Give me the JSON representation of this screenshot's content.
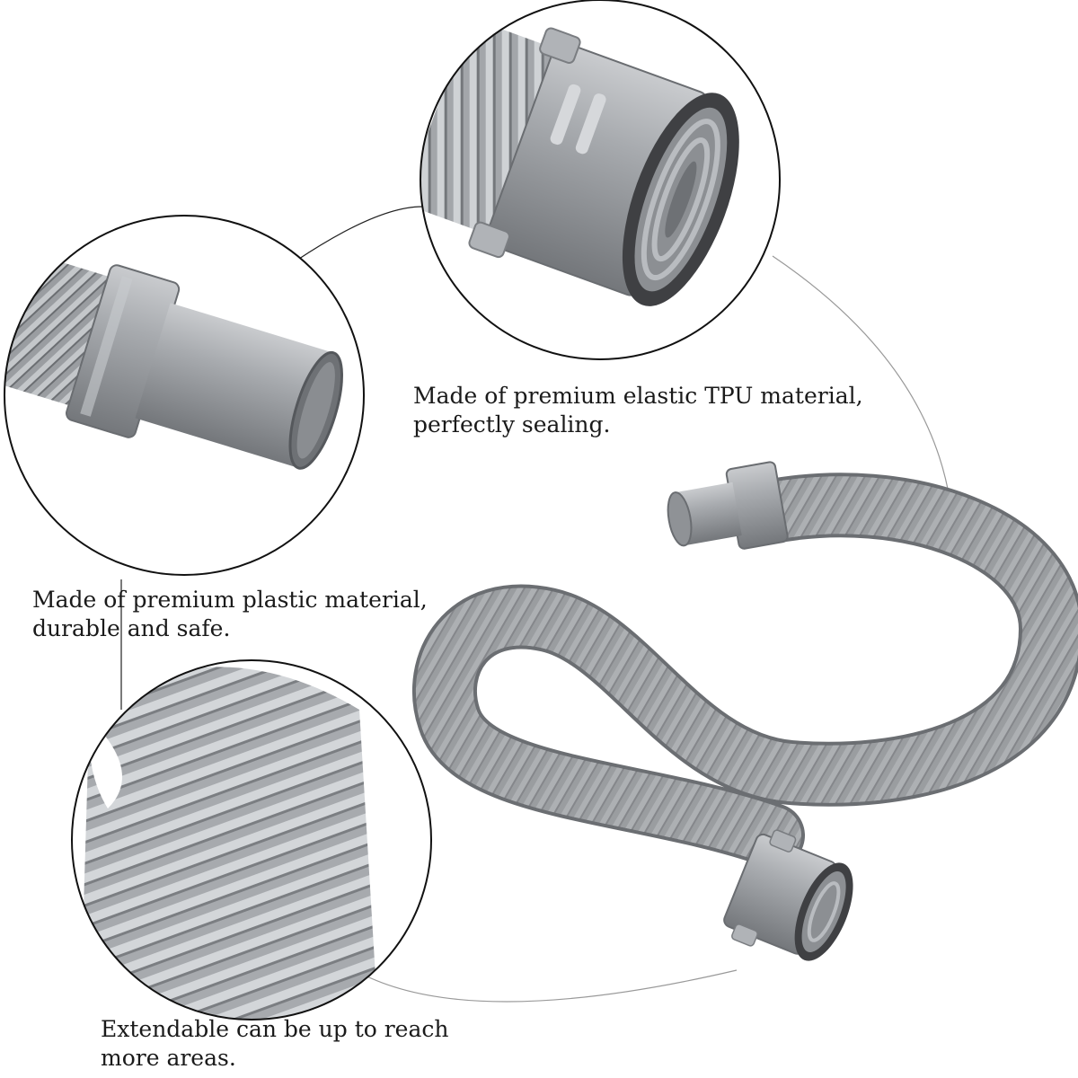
{
  "captions": {
    "tpu": {
      "line1": "Made of premium elastic TPU material,",
      "line2": "perfectly sealing."
    },
    "plastic": {
      "line1": "Made of premium plastic material,",
      "line2": "durable and safe."
    },
    "extend": {
      "line1": "Extendable can be up to reach",
      "line2": "more areas."
    }
  },
  "colors": {
    "hose": "#8e9195",
    "hose_light": "#b9bcc0",
    "hose_dark": "#5e6165",
    "seal_ring": "#4a4b4e",
    "outline": "#111111"
  }
}
